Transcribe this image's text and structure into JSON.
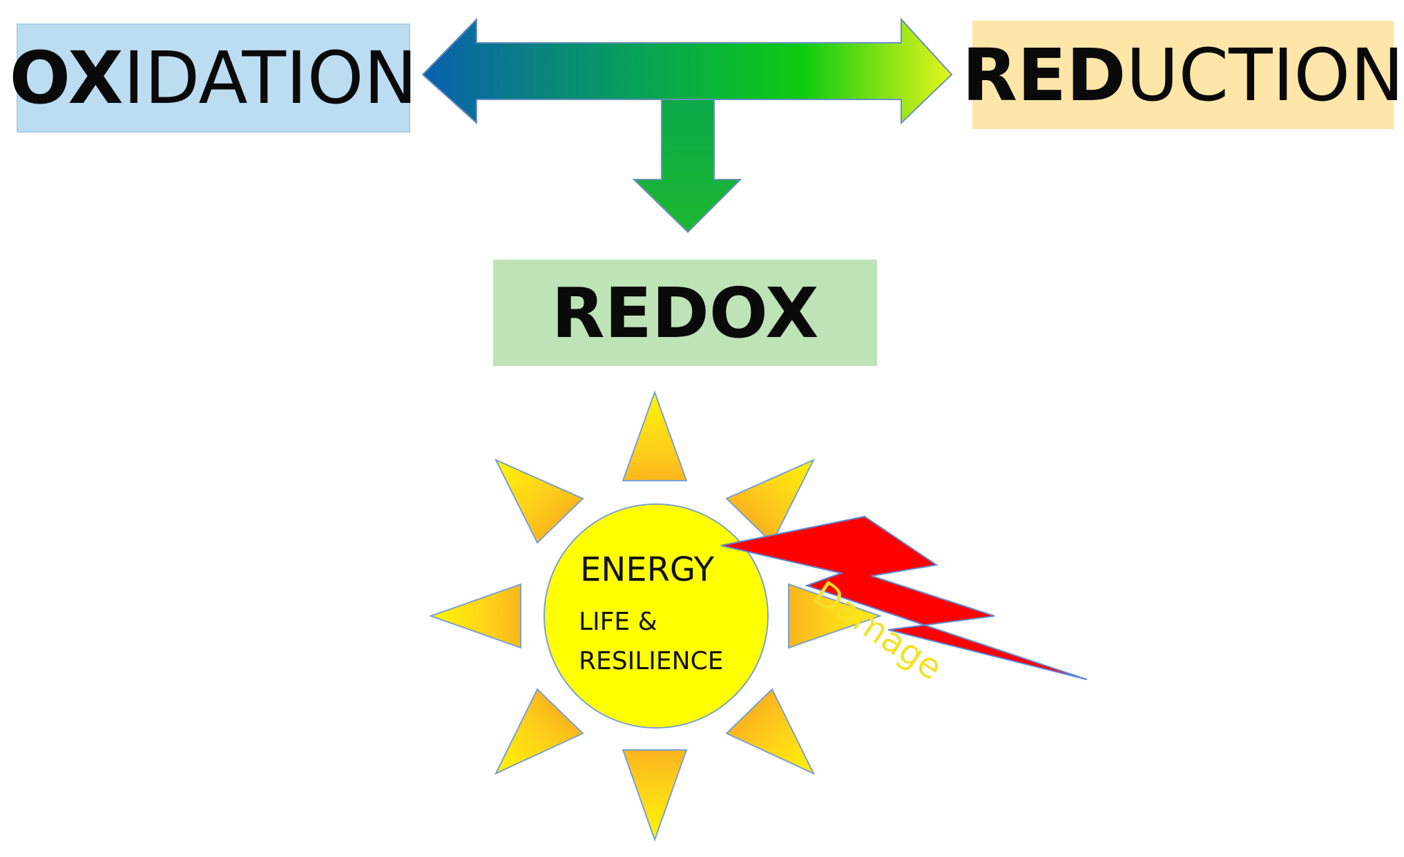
{
  "diagram": {
    "oxidation": {
      "bold_part": "OX",
      "rest": "IDATION"
    },
    "reduction": {
      "bold_part": "RED",
      "rest": "UCTION"
    },
    "redox": "REDOX",
    "sun": {
      "energy": "ENERGY",
      "life": "LIFE &",
      "resilience": "RESILIENCE"
    },
    "damage": "Damage"
  },
  "colors": {
    "oxidation_bg": "#bcdcf2",
    "reduction_bg": "#fde6a8",
    "redox_bg": "#bde3b6",
    "arrow_left": "#0a64b0",
    "arrow_mid": "#0cc40c",
    "arrow_right": "#e8f51a",
    "sun_core": "#ffff00",
    "ray_outer": "#ffef00",
    "ray_inner": "#f5a623",
    "damage_bolt": "#ff0000",
    "damage_text": "#f4e12a"
  }
}
